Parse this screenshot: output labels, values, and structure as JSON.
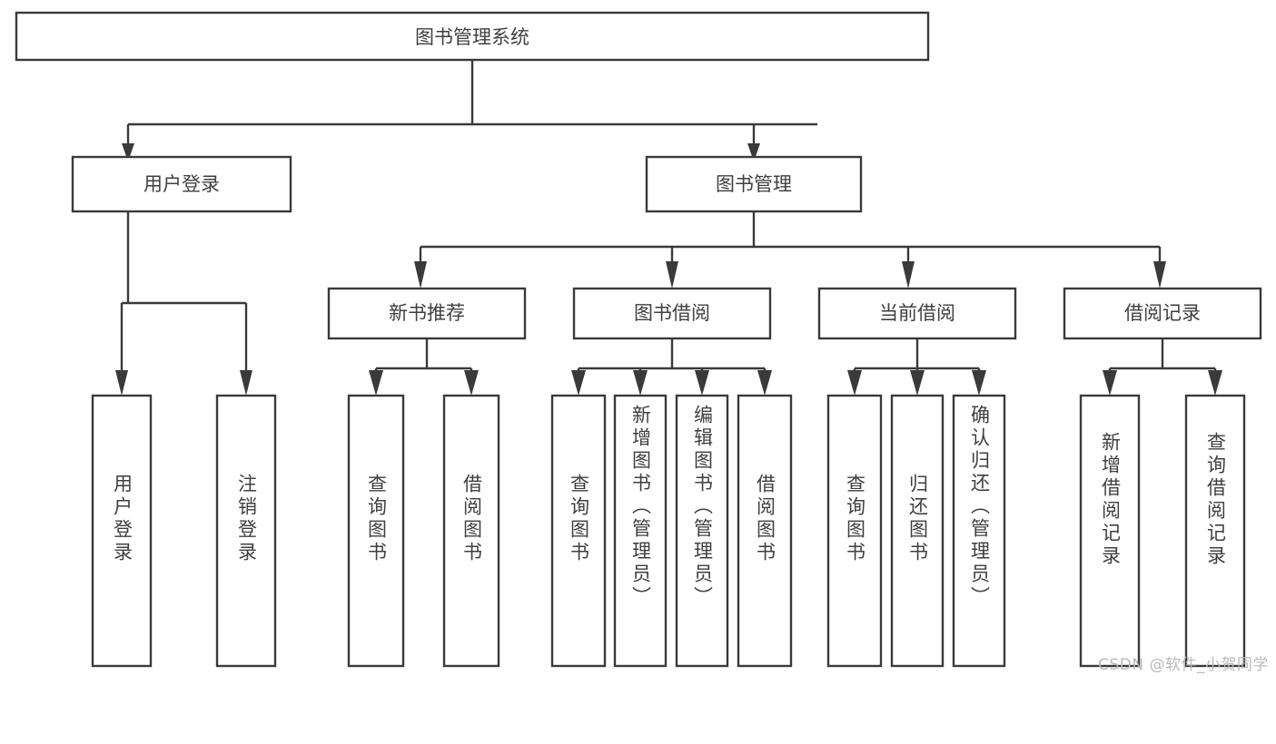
{
  "diagram": {
    "type": "tree-hierarchy",
    "title": "图书管理系统",
    "watermark": "CSDN @软件_小贺同学",
    "colors": {
      "background": "#ffffff",
      "box_stroke": "#3a3a3a",
      "box_fill": "#ffffff",
      "text": "#3f3f3f",
      "connector": "#3a3a3a",
      "watermark": "#b9b9b9"
    },
    "root": {
      "id": "root",
      "label": "图书管理系统",
      "orientation": "horizontal"
    },
    "level2": [
      {
        "id": "user-login",
        "label": "用户登录",
        "orientation": "horizontal"
      },
      {
        "id": "book-manage",
        "label": "图书管理",
        "orientation": "horizontal"
      }
    ],
    "level3": [
      {
        "id": "new-book-recommend",
        "label": "新书推荐",
        "orientation": "horizontal",
        "parent": "book-manage"
      },
      {
        "id": "book-borrow",
        "label": "图书借阅",
        "orientation": "horizontal",
        "parent": "book-manage"
      },
      {
        "id": "current-borrow",
        "label": "当前借阅",
        "orientation": "horizontal",
        "parent": "book-manage"
      },
      {
        "id": "borrow-record",
        "label": "借阅记录",
        "orientation": "horizontal",
        "parent": "book-manage"
      }
    ],
    "leaves": [
      {
        "id": "leaf-user-login",
        "label": "用户登录",
        "parent": "user-login",
        "orientation": "vertical"
      },
      {
        "id": "leaf-user-logout",
        "label": "注销登录",
        "parent": "user-login",
        "orientation": "vertical"
      },
      {
        "id": "leaf-query-book-1",
        "label": "查询图书",
        "parent": "new-book-recommend",
        "orientation": "vertical"
      },
      {
        "id": "leaf-borrow-book-1",
        "label": "借阅图书",
        "parent": "new-book-recommend",
        "orientation": "vertical"
      },
      {
        "id": "leaf-query-book-2",
        "label": "查询图书",
        "parent": "book-borrow",
        "orientation": "vertical"
      },
      {
        "id": "leaf-add-book",
        "label": "新增图书（管理员）",
        "parent": "book-borrow",
        "orientation": "vertical"
      },
      {
        "id": "leaf-edit-book",
        "label": "编辑图书（管理员）",
        "parent": "book-borrow",
        "orientation": "vertical"
      },
      {
        "id": "leaf-borrow-book-2",
        "label": "借阅图书",
        "parent": "book-borrow",
        "orientation": "vertical"
      },
      {
        "id": "leaf-query-book-3",
        "label": "查询图书",
        "parent": "current-borrow",
        "orientation": "vertical"
      },
      {
        "id": "leaf-return-book",
        "label": "归还图书",
        "parent": "current-borrow",
        "orientation": "vertical"
      },
      {
        "id": "leaf-confirm-return",
        "label": "确认归还（管理员）",
        "parent": "current-borrow",
        "orientation": "vertical"
      },
      {
        "id": "leaf-add-record",
        "label": "新增借阅记录",
        "parent": "borrow-record",
        "orientation": "vertical"
      },
      {
        "id": "leaf-query-record",
        "label": "查询借阅记录",
        "parent": "borrow-record",
        "orientation": "vertical"
      }
    ]
  }
}
